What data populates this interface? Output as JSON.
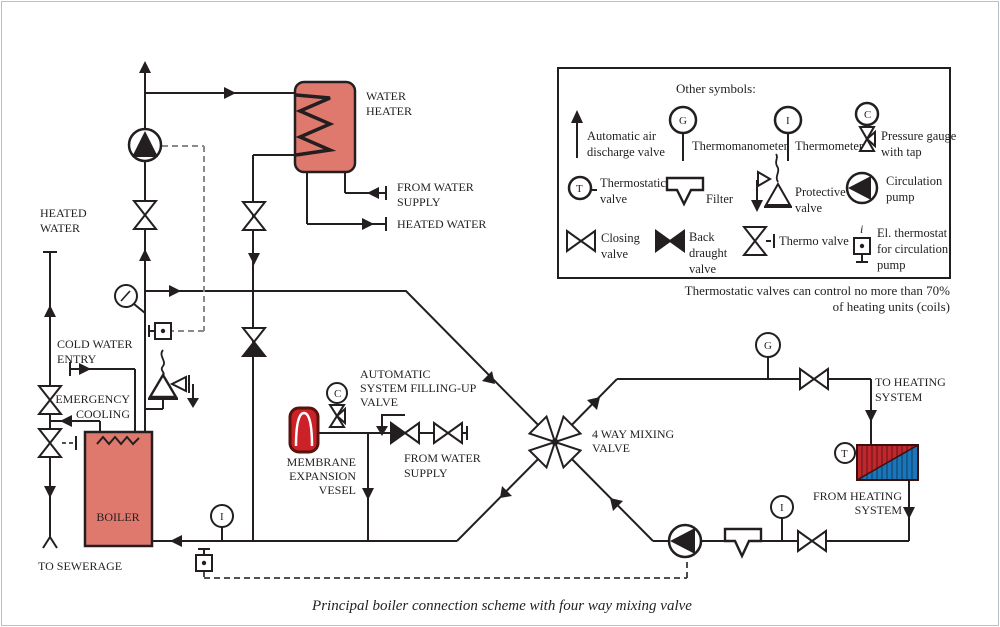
{
  "colors": {
    "line": "#231f20",
    "tank_fill": "#e0796d",
    "vessel_fill": "#cc2128",
    "vessel_border": "#5a120d",
    "radiator_red": "#c0272d",
    "radiator_blue": "#1b75bb",
    "page_border": "#b6c0c8"
  },
  "labels": {
    "heated_water_left": [
      "HEATED",
      "WATER"
    ],
    "water_heater": [
      "WATER",
      "HEATER"
    ],
    "from_water_supply_top": [
      "FROM WATER",
      "SUPPLY"
    ],
    "heated_water_out": "HEATED WATER",
    "cold_water_entry": [
      "COLD WATER",
      "ENTRY"
    ],
    "emergency_cooling": [
      "EMERGENCY",
      "COOLING"
    ],
    "boiler": "BOILER",
    "to_sewerage": "TO SEWERAGE",
    "membrane_vessel": [
      "MEMBRANE",
      "EXPANSION",
      "VESEL"
    ],
    "auto_fill_valve": [
      "AUTOMATIC",
      "SYSTEM FILLING-UP",
      "VALVE"
    ],
    "from_water_supply_mid": [
      "FROM WATER",
      "SUPPLY"
    ],
    "four_way_valve": [
      "4 WAY MIXING",
      "VALVE"
    ],
    "to_heating_system": [
      "TO HEATING",
      "SYSTEM"
    ],
    "from_heating_system": [
      "FROM HEATING",
      "SYSTEM"
    ]
  },
  "glyphs": {
    "thermomanometer": "G",
    "thermometer": "I",
    "pressure": "C",
    "thermostatic": "T",
    "el_thermostat_i": "i"
  },
  "legend": {
    "title": "Other symbols:",
    "items": {
      "auto_air": [
        "Automatic air",
        "discharge valve"
      ],
      "thermomanometer": "Thermomanometer",
      "thermometer": "Thermometer",
      "pressure_gauge": [
        "Pressure gauge",
        "with tap"
      ],
      "thermostatic_valve": [
        "Thermostatic",
        "valve"
      ],
      "filter": "Filter",
      "protective_valve": [
        "Protective",
        "valve"
      ],
      "circulation_pump": [
        "Circulation",
        "pump"
      ],
      "closing_valve": [
        "Closing",
        "valve"
      ],
      "back_draught_valve": [
        "Back",
        "draught",
        "valve"
      ],
      "thermo_valve": "Thermo valve",
      "el_thermostat": [
        "El. thermostat",
        "for circulation",
        "pump"
      ]
    },
    "note": [
      "Thermostatic valves can control no more than 70%",
      "of heating units (coils)"
    ]
  },
  "caption": "Principal boiler connection scheme with four way mixing valve"
}
